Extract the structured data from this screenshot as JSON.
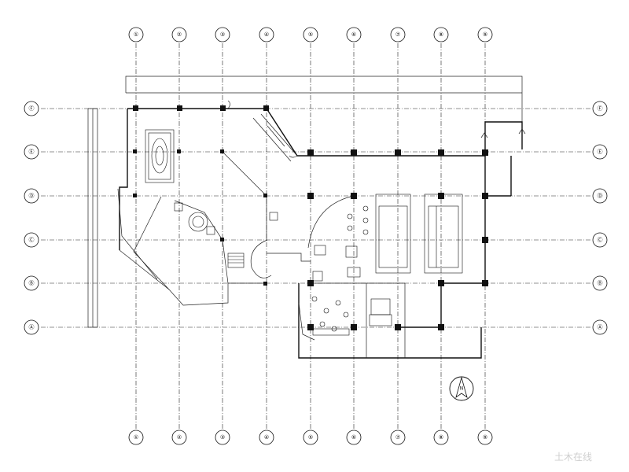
{
  "drawing": {
    "columns_top": [
      "①",
      "②",
      "③",
      "④",
      "⑤",
      "⑥",
      "⑦",
      "⑧",
      "⑨"
    ],
    "columns_bottom": [
      "①",
      "②",
      "③",
      "④",
      "⑤",
      "⑥",
      "⑦",
      "⑧",
      "⑨"
    ],
    "rows_left": [
      "Ⓕ",
      "Ⓔ",
      "Ⓓ",
      "Ⓒ",
      "Ⓑ",
      "Ⓐ"
    ],
    "rows_right": [
      "Ⓕ",
      "Ⓔ",
      "Ⓓ",
      "Ⓒ",
      "Ⓑ",
      "Ⓐ"
    ],
    "north_label": "N",
    "watermark": "土木在线"
  }
}
